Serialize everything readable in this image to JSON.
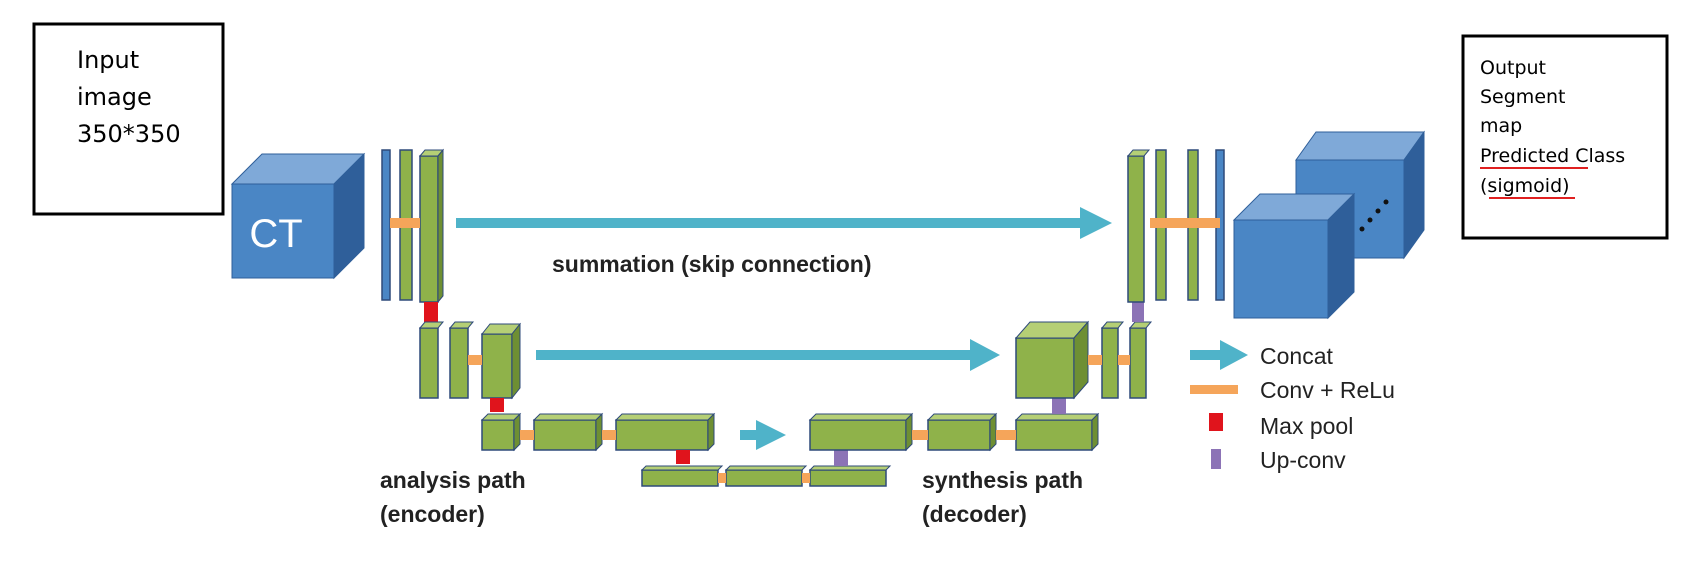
{
  "input_box": {
    "line1": "Input",
    "line2": "image",
    "line3": "350*350"
  },
  "output_box": {
    "line1": "Output",
    "line2": "Segment",
    "line3": "map",
    "line4_word1": "Predicted",
    "line4_word2": "Class",
    "line5_open": "(",
    "line5_word": "sigmoid",
    "line5_close": ")"
  },
  "ct_label": "CT",
  "skip_label": "summation (skip connection)",
  "encoder_label": {
    "line1": "analysis path",
    "line2": "(encoder)"
  },
  "decoder_label": {
    "line1": "synthesis path",
    "line2": "(decoder)"
  },
  "legend": {
    "concat": "Concat",
    "conv": "Conv + ReLu",
    "maxpool": "Max pool",
    "upconv": "Up-conv"
  },
  "colors": {
    "block_front": "#8fb24a",
    "block_top": "#b5cf75",
    "block_side": "#6e8f33",
    "block_edge": "#2e4a7a",
    "cube_front": "#4a86c5",
    "cube_top": "#7fa9d8",
    "cube_side": "#2f5f9a",
    "arrow": "#4fb3c9",
    "conv": "#f5a55a",
    "maxpool": "#e0141c",
    "upconv": "#8c73b6",
    "underline": "#e02020"
  }
}
